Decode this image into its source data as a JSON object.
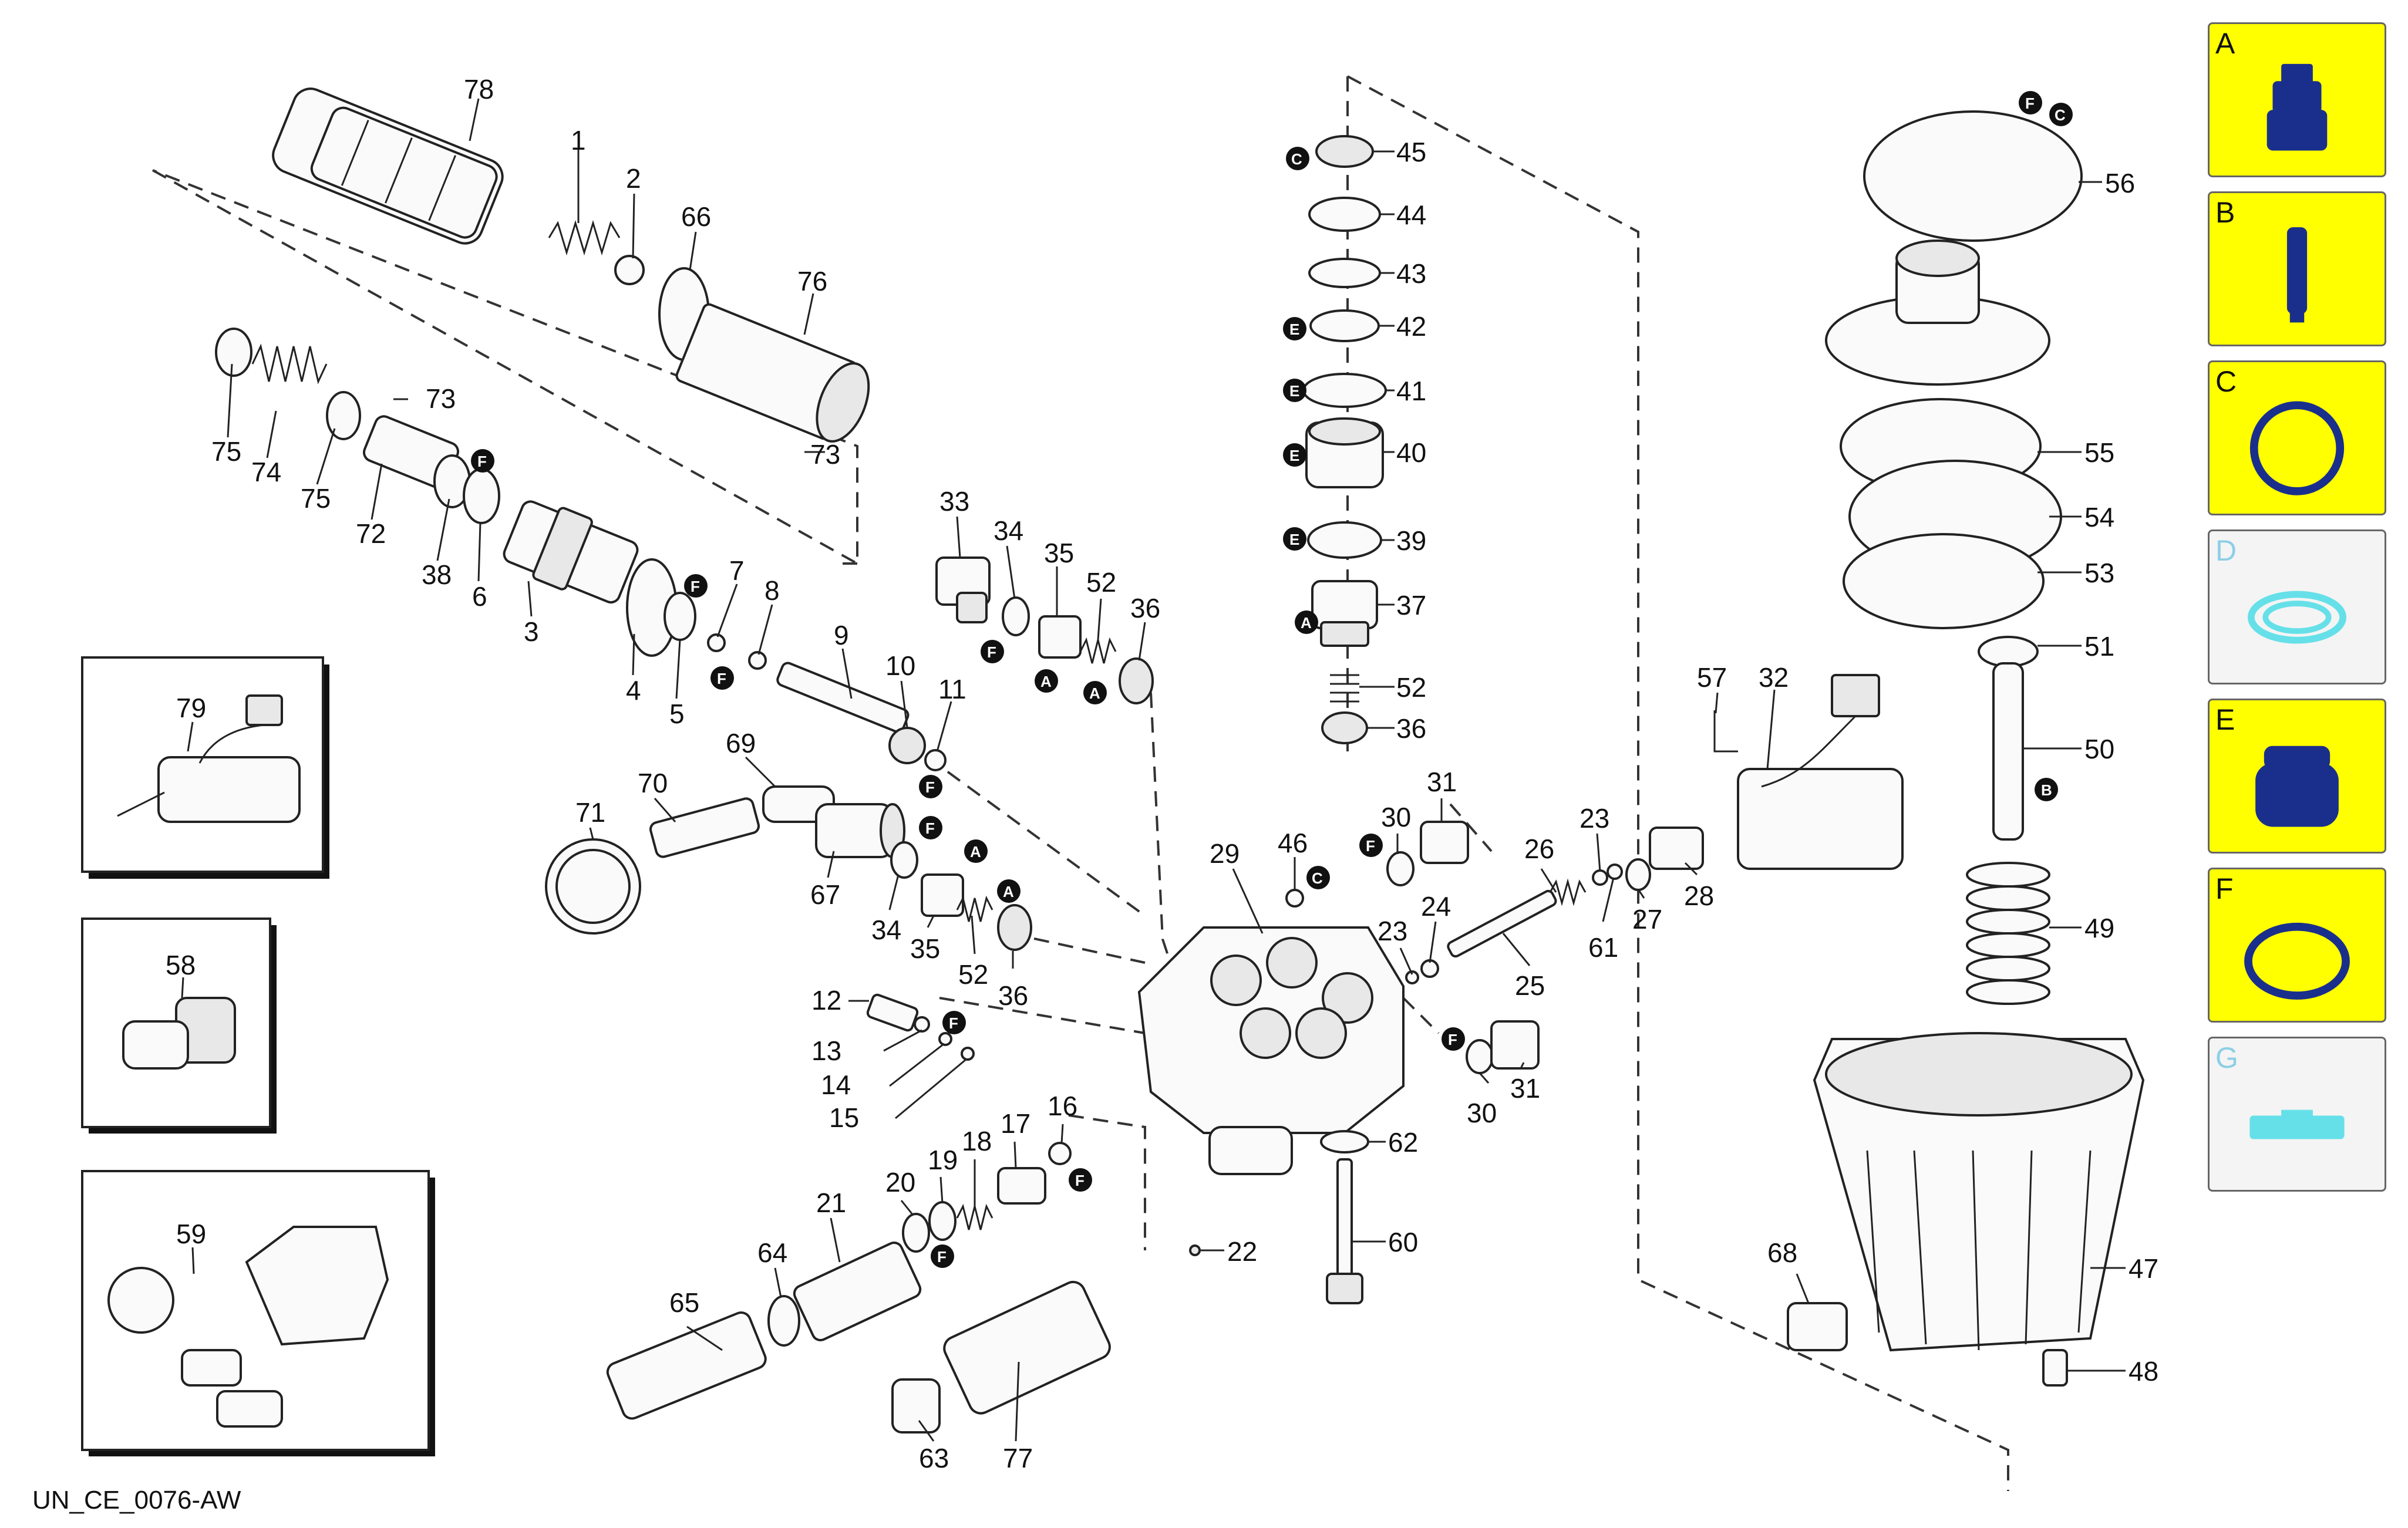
{
  "diagram": {
    "drawing_code": "UN_CE_0076-AW",
    "part_labels": {
      "p78": "78",
      "p1": "1",
      "p2": "2",
      "p66": "66",
      "p76": "76",
      "p73a": "73",
      "p73b": "73",
      "p75a": "75",
      "p74": "74",
      "p75b": "75",
      "p72": "72",
      "p38": "38",
      "p6": "6",
      "p3": "3",
      "p4": "4",
      "p5": "5",
      "p7": "7",
      "p8": "8",
      "p9": "9",
      "p10": "10",
      "p11": "11",
      "p33": "33",
      "p34a": "34",
      "p35a": "35",
      "p52a": "52",
      "p36a": "36",
      "p79": "79",
      "p58": "58",
      "p59": "59",
      "p71": "71",
      "p70": "70",
      "p69": "69",
      "p67": "67",
      "p34b": "34",
      "p35b": "35",
      "p52b": "52",
      "p36b": "36",
      "p12": "12",
      "p13": "13",
      "p14": "14",
      "p15": "15",
      "p21": "21",
      "p64": "64",
      "p65": "65",
      "p20": "20",
      "p19": "19",
      "p18": "18",
      "p17": "17",
      "p16": "16",
      "p22": "22",
      "p63": "63",
      "p77": "77",
      "p29": "29",
      "p46": "46",
      "p30a": "30",
      "p31a": "31",
      "p45": "45",
      "p44": "44",
      "p43": "43",
      "p42": "42",
      "p41": "41",
      "p40": "40",
      "p39": "39",
      "p37": "37",
      "p52c": "52",
      "p36c": "36",
      "p62": "62",
      "p60": "60",
      "p23a": "23",
      "p24": "24",
      "p25": "25",
      "p26": "26",
      "p23b": "23",
      "p61": "61",
      "p27": "27",
      "p28": "28",
      "p57": "57",
      "p32": "32",
      "p30b": "30",
      "p31b": "31",
      "p56": "56",
      "p55": "55",
      "p54": "54",
      "p53": "53",
      "p51": "51",
      "p50": "50",
      "p49": "49",
      "p47": "47",
      "p48": "48",
      "p68": "68"
    },
    "kit_markers": {
      "m_f1": "F",
      "m_f2": "F",
      "m_f3": "F",
      "m_f4": "F",
      "m_f5": "F",
      "m_f6": "F",
      "m_f7": "F",
      "m_f8": "F",
      "m_f9": "F",
      "m_f10": "F",
      "m_f11": "F",
      "m_f12": "F",
      "m_f13": "F",
      "m_a1": "A",
      "m_a2": "A",
      "m_a3": "A",
      "m_a4": "A",
      "m_a5": "A",
      "m_c1": "C",
      "m_c2": "C",
      "m_c3": "C",
      "m_e1": "E",
      "m_e2": "E",
      "m_e3": "E",
      "m_e4": "E",
      "m_b1": "B"
    }
  },
  "kit_legend": [
    {
      "letter": "A",
      "icon": "valve-cage-icon",
      "active": true
    },
    {
      "letter": "B",
      "icon": "plunger-icon",
      "active": true
    },
    {
      "letter": "C",
      "icon": "seal-ring-icon",
      "active": true
    },
    {
      "letter": "D",
      "icon": "washer-set-icon",
      "active": false
    },
    {
      "letter": "E",
      "icon": "packing-seal-icon",
      "active": true
    },
    {
      "letter": "F",
      "icon": "o-ring-icon",
      "active": true
    },
    {
      "letter": "G",
      "icon": "gasket-strip-icon",
      "active": false
    }
  ],
  "colors": {
    "legend_active_bg": "#ffff00",
    "legend_inactive_bg": "#f4f4f4",
    "legend_active_icon": "#1a2f8c",
    "legend_inactive_icon": "#66e0e8",
    "legend_inactive_letter": "#8ccfe6"
  }
}
